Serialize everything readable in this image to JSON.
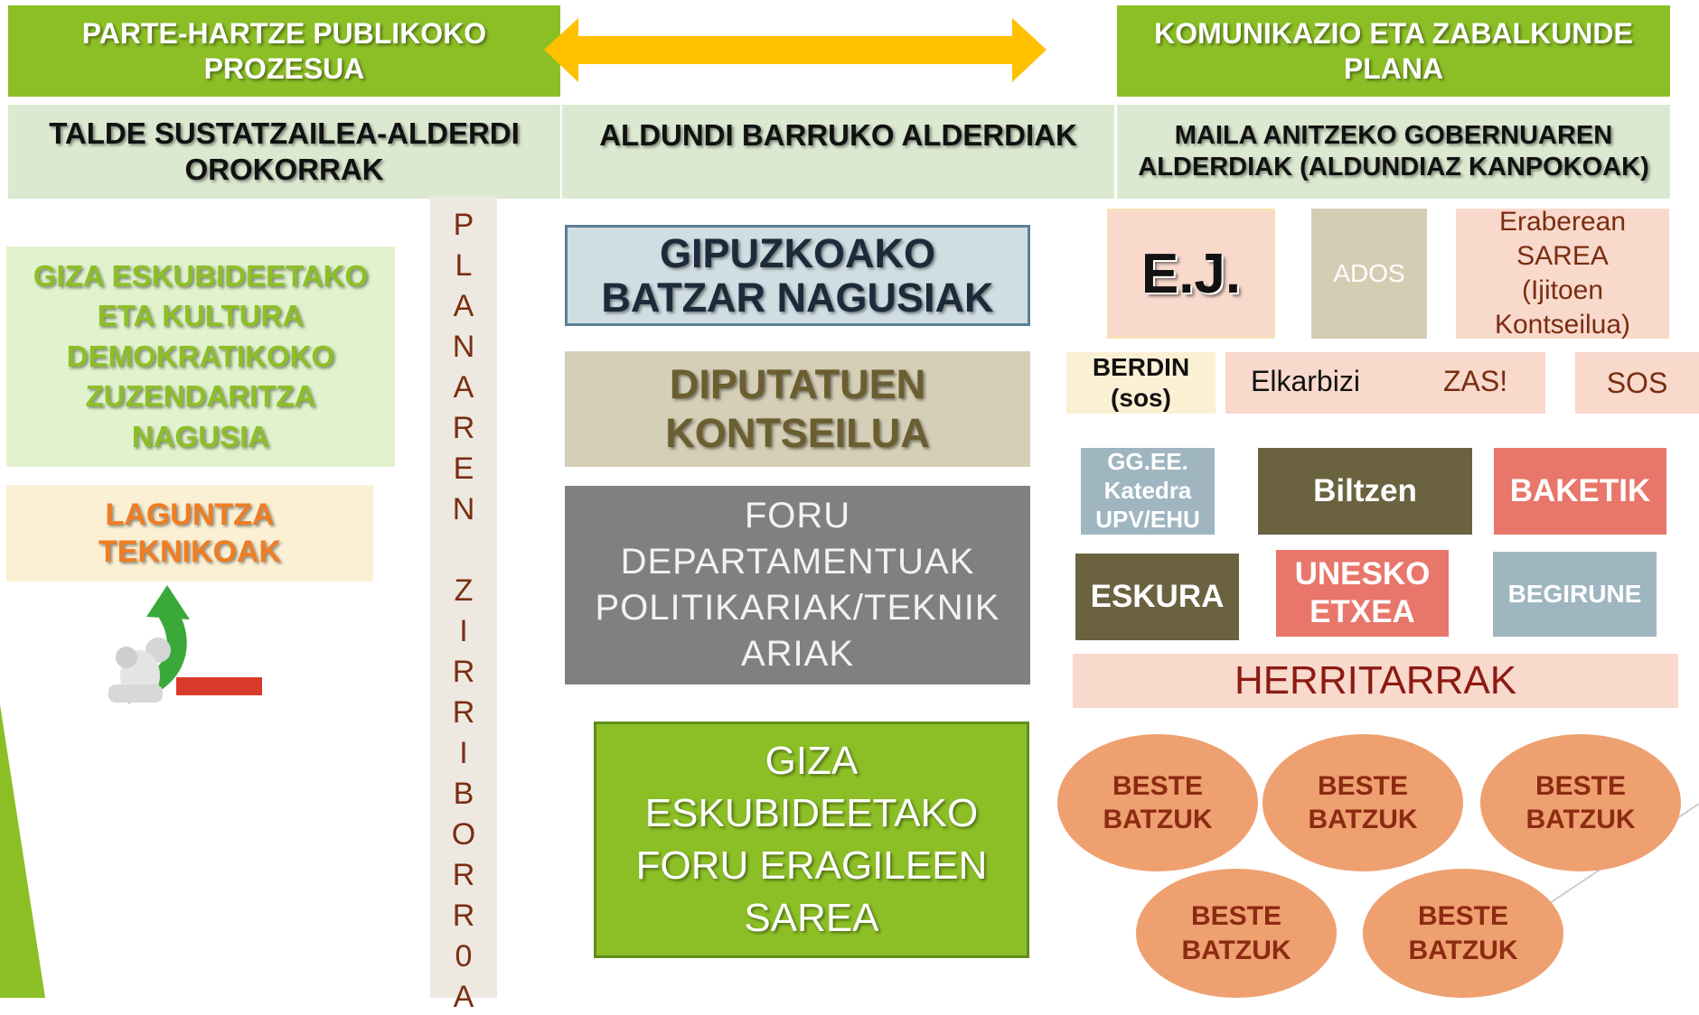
{
  "header": {
    "left_title": "PARTE-HARTZE PUBLIKOKO\nPROZESUA",
    "right_title": "KOMUNIKAZIO ETA ZABALKUNDE\nPLANA"
  },
  "columns": {
    "col1": "TALDE SUSTATZAILEA-ALDERDI\nOROKORRAK",
    "col2": "ALDUNDI BARRUKO ALDERDIAK",
    "col3": "MAILA ANITZEKO GOBERNUAREN\nALDERDIAK (ALDUNDIAZ KANPOKOAK)"
  },
  "left": {
    "giza": "GIZA ESKUBIDEETAKO\nETA KULTURA\nDEMOKRATIKOKO\nZUZENDARITZA\nNAGUSIA",
    "laguntza": "LAGUNTZA\nTEKNIKOAK"
  },
  "vertical_letters": [
    "P",
    "L",
    "A",
    "N",
    "A",
    "R",
    "E",
    "N",
    "",
    "Z",
    "I",
    "R",
    "R",
    "I",
    "B",
    "O",
    "R",
    "R",
    "0",
    "A"
  ],
  "middle": {
    "batzar": "GIPUZKOAKO\nBATZAR NAGUSIAK",
    "diputatuen": "DIPUTATUEN\nKONTSEILUA",
    "foru": "FORU\nDEPARTAMENTUAK\nPOLITIKARIAK/TEKNIK\nARIAK",
    "sarea": "GIZA\nESKUBIDEETAKO\nFORU ERAGILEEN\nSAREA"
  },
  "right": {
    "ej": "E.J.",
    "ados": "ADOS",
    "eraberean": "Eraberean\nSAREA\n(Ijitoen\nKontseilua)",
    "berdin": "BERDIN\n(sos)",
    "elkarbizi": "Elkarbizi",
    "zas": "ZAS!",
    "sos": "SOS",
    "gg": "GG.EE.\nKatedra\nUPV/EHU",
    "biltzen": "Biltzen",
    "baketik": "BAKETIK",
    "eskura": "ESKURA",
    "unesko": "UNESKO\nETXEA",
    "begirune": "BEGIRUNE",
    "herritarrak": "HERRITARRAK",
    "beste": [
      "BESTE\nBATZUK",
      "BESTE\nBATZUK",
      "BESTE\nBATZUK",
      "BESTE\nBATZUK",
      "BESTE\nBATZUK"
    ]
  },
  "colors": {
    "green": "#8cbf26",
    "light_green": "#dce9d1",
    "arrow": "#ffc000",
    "oval": "#eea070"
  }
}
